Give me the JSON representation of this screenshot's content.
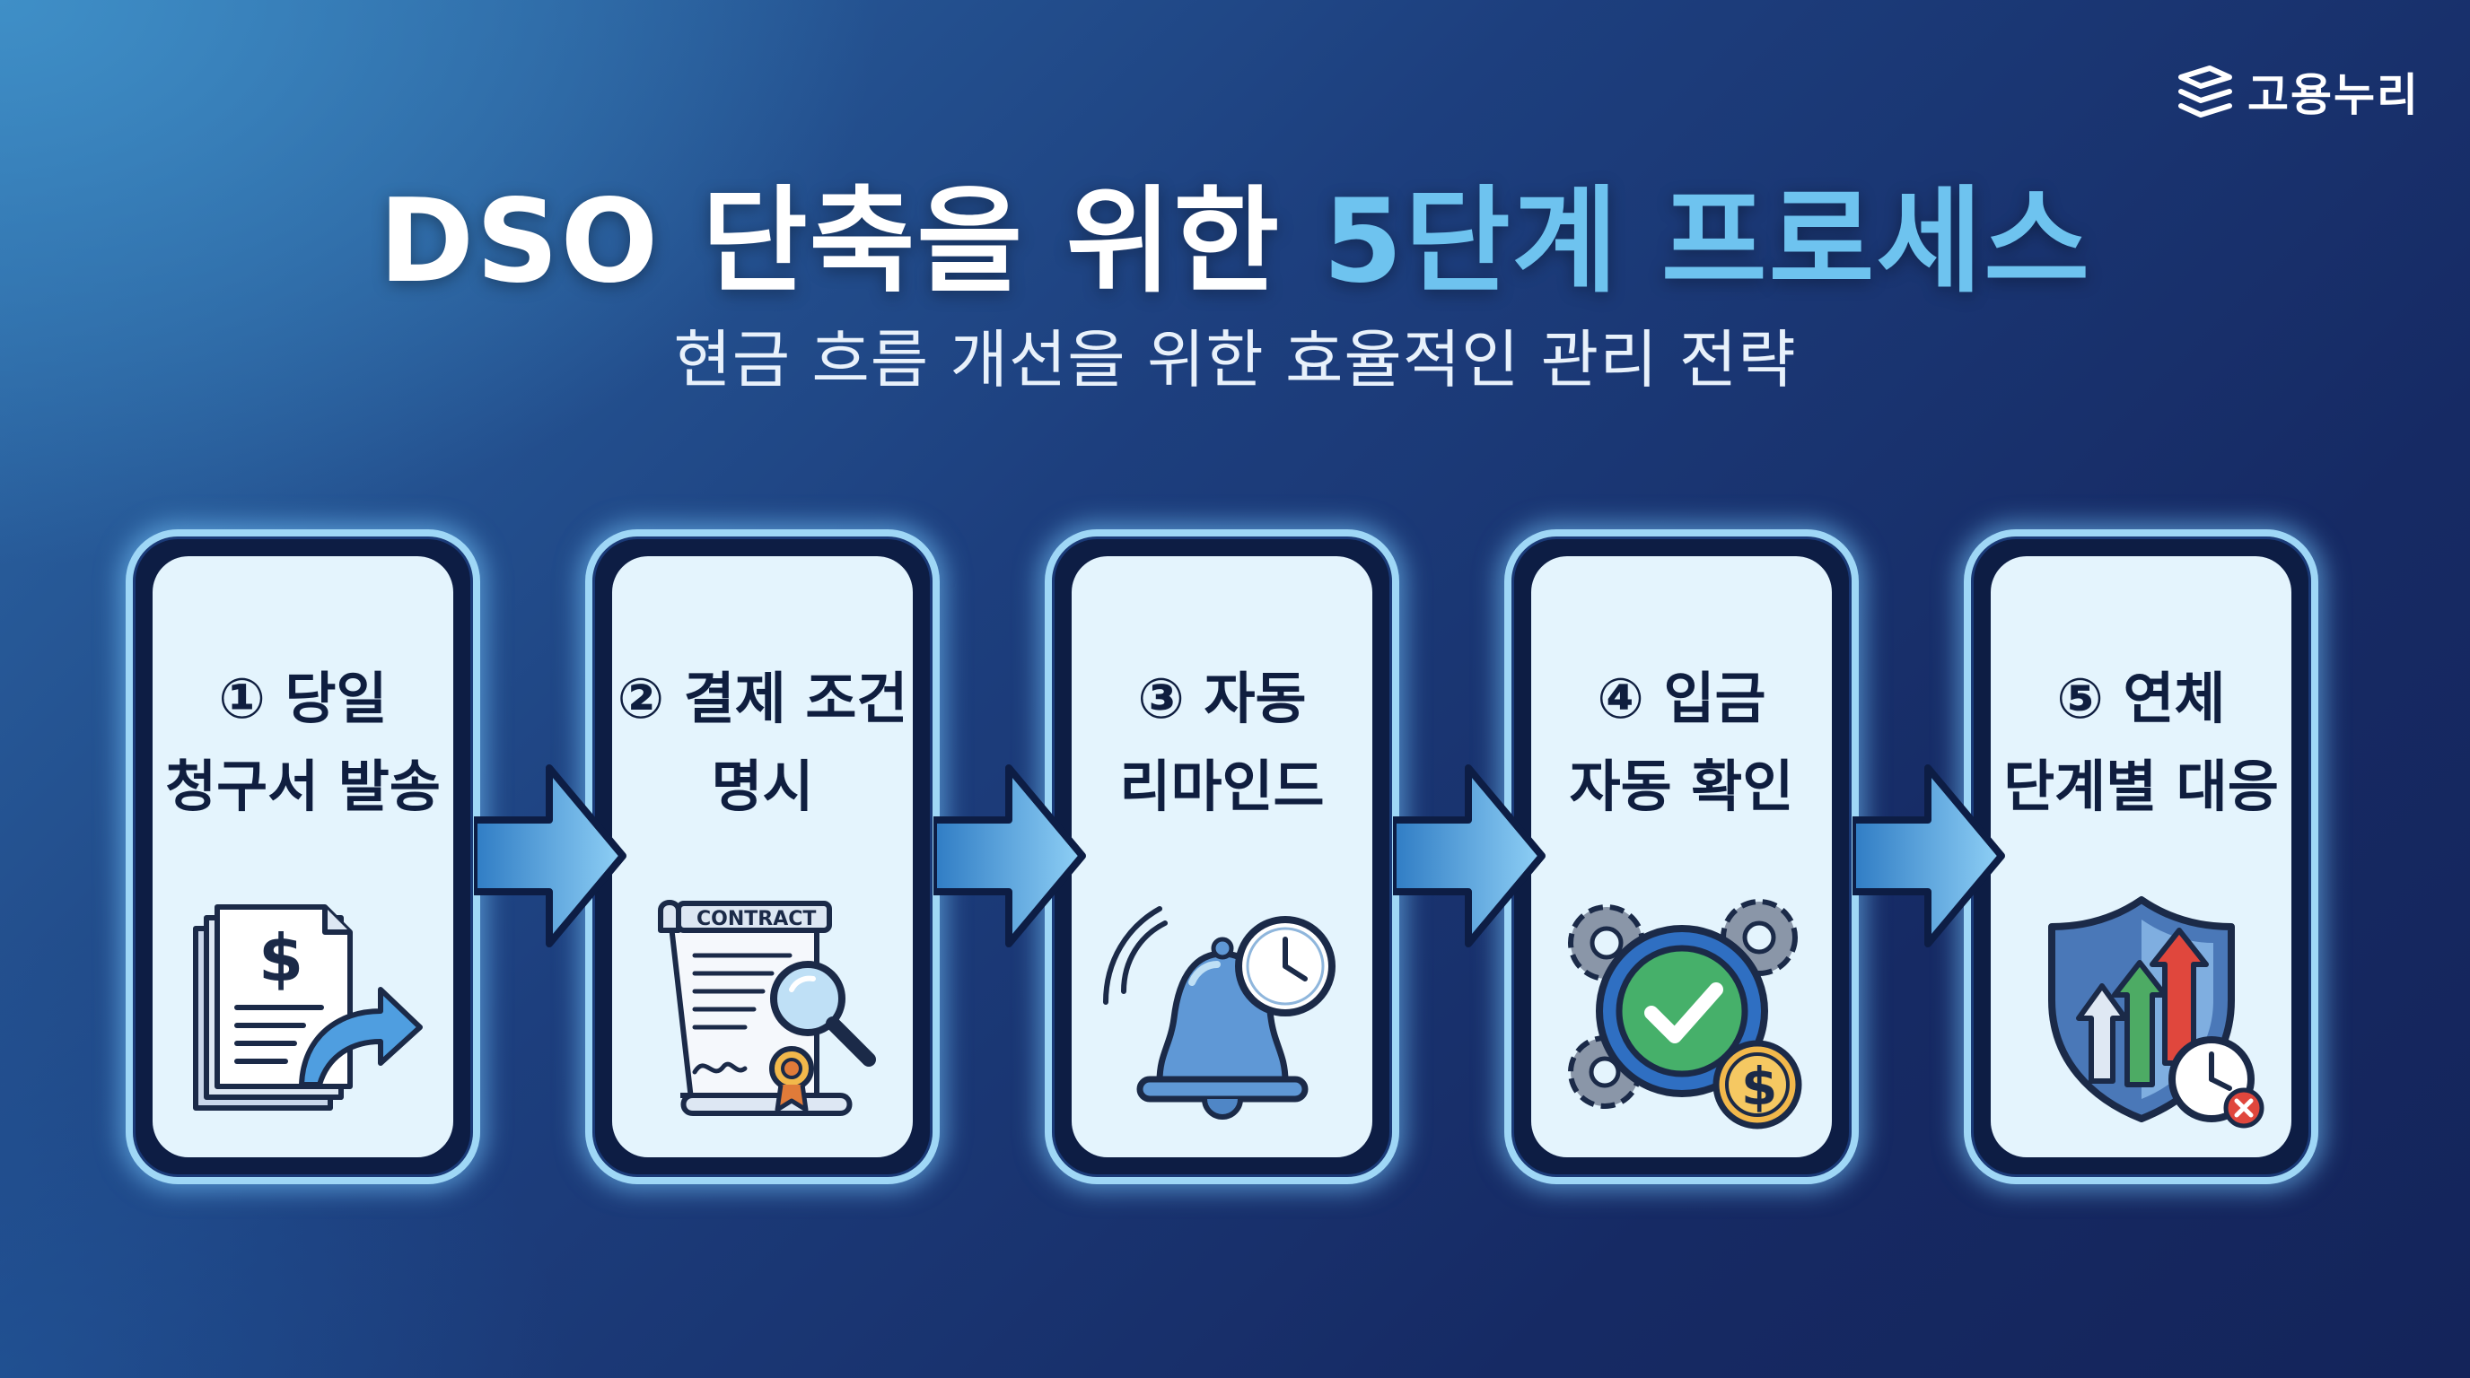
{
  "brand": {
    "name": "고용누리"
  },
  "title": {
    "main": "DSO 단축을 위한 ",
    "accent": "5단계 프로세스"
  },
  "subtitle": "현금 흐름 개선을 위한 효율적인 관리 전략",
  "colors": {
    "accent": "#6ec3ef",
    "card_border": "#9fd7f6",
    "card_bg": "#e4f4fd",
    "card_frame": "#0d1d44",
    "arrow": "#5aaee6"
  },
  "steps": [
    {
      "line1": "① 당일",
      "line2": "청구서 발송",
      "icon": "invoice-send-icon"
    },
    {
      "line1": "② 결제 조건",
      "line2": "명시",
      "icon": "contract-icon",
      "icon_text": "CONTRACT"
    },
    {
      "line1": "③ 자동",
      "line2": "리마인드",
      "icon": "bell-clock-icon"
    },
    {
      "line1": "④ 입금",
      "line2": "자동 확인",
      "icon": "gear-check-coin-icon"
    },
    {
      "line1": "⑤ 연체",
      "line2": "단계별 대응",
      "icon": "shield-chart-icon"
    }
  ]
}
